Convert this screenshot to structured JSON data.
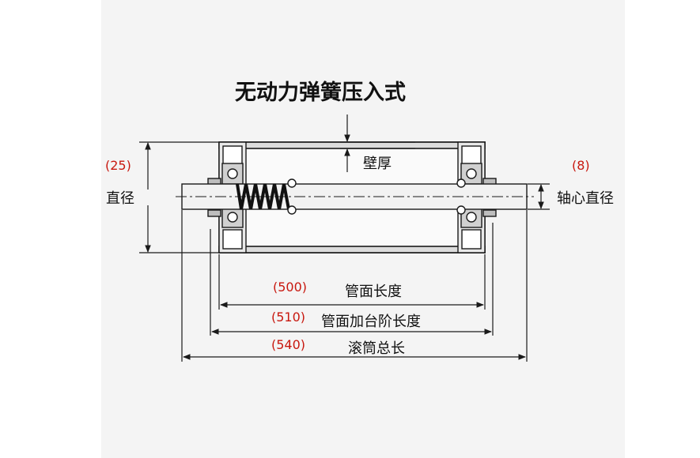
{
  "title": "无动力弹簧压入式",
  "labels": {
    "wall_thickness": "壁厚",
    "diameter": "直径",
    "diameter_value": "(25)",
    "shaft_diameter": "轴心直径",
    "shaft_value": "(8)",
    "tube_length": "管面长度",
    "tube_length_value": "(500)",
    "tube_step_length": "管面加台阶长度",
    "tube_step_value": "(510)",
    "total_length": "滚筒总长",
    "total_length_value": "(540)"
  },
  "colors": {
    "line": "#1a1a1a",
    "tube_fill": "#dcdcdc",
    "shaft_fill": "#f2f2f2",
    "annotation_red": "#c8180f"
  }
}
